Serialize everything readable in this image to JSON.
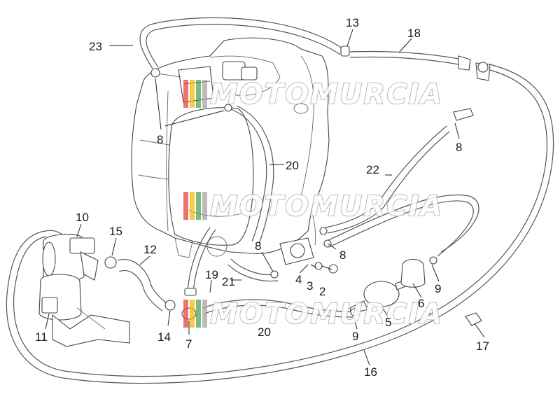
{
  "watermark": {
    "text": "MOTOMURCIA",
    "stripe_colors": [
      "#e53935",
      "#f4b400",
      "#43a047",
      "#9e9e9e"
    ]
  },
  "callouts": [
    {
      "id": "c23",
      "text": "23"
    },
    {
      "id": "c13",
      "text": "13"
    },
    {
      "id": "c18",
      "text": "18"
    },
    {
      "id": "c8a",
      "text": "8"
    },
    {
      "id": "c8b",
      "text": "8"
    },
    {
      "id": "c20a",
      "text": "20"
    },
    {
      "id": "c22",
      "text": "22"
    },
    {
      "id": "c10",
      "text": "10"
    },
    {
      "id": "c15",
      "text": "15"
    },
    {
      "id": "c12",
      "text": "12"
    },
    {
      "id": "c8c",
      "text": "8"
    },
    {
      "id": "c8d",
      "text": "8"
    },
    {
      "id": "c19",
      "text": "19"
    },
    {
      "id": "c21",
      "text": "21"
    },
    {
      "id": "c4",
      "text": "4"
    },
    {
      "id": "c3",
      "text": "3"
    },
    {
      "id": "c2",
      "text": "2"
    },
    {
      "id": "c9a",
      "text": "9"
    },
    {
      "id": "c6",
      "text": "6"
    },
    {
      "id": "c5",
      "text": "5"
    },
    {
      "id": "c9b",
      "text": "9"
    },
    {
      "id": "c20b",
      "text": "20"
    },
    {
      "id": "c11",
      "text": "11"
    },
    {
      "id": "c14",
      "text": "14"
    },
    {
      "id": "c7",
      "text": "7"
    },
    {
      "id": "c17",
      "text": "17"
    },
    {
      "id": "c16",
      "text": "16"
    }
  ]
}
